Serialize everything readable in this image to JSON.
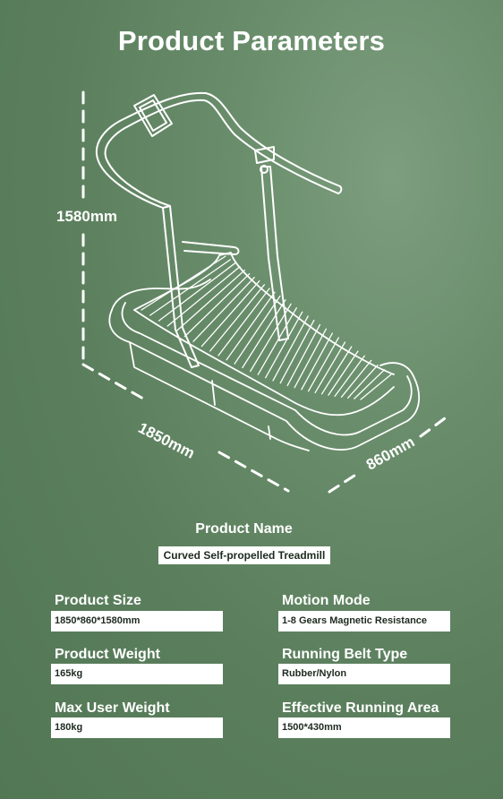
{
  "title": "Product Parameters",
  "dimensions": {
    "height": "1580mm",
    "length": "1850mm",
    "width": "860mm"
  },
  "product_name": {
    "label": "Product Name",
    "value": "Curved Self-propelled Treadmill"
  },
  "params": [
    {
      "label": "Product Size",
      "value": "1850*860*1580mm"
    },
    {
      "label": "Motion Mode",
      "value": "1-8 Gears Magnetic Resistance"
    },
    {
      "label": "Product Weight",
      "value": "165kg"
    },
    {
      "label": "Running Belt Type",
      "value": "Rubber/Nylon"
    },
    {
      "label": "Max User Weight",
      "value": "180kg"
    },
    {
      "label": "Effective Running Area",
      "value": "1500*430mm"
    }
  ],
  "colors": {
    "background": "#5b7f5d",
    "text": "#ffffff",
    "box": "#ffffff",
    "box_text": "#1e2a1f"
  },
  "image": {
    "subject": "treadmill-line-drawing"
  }
}
